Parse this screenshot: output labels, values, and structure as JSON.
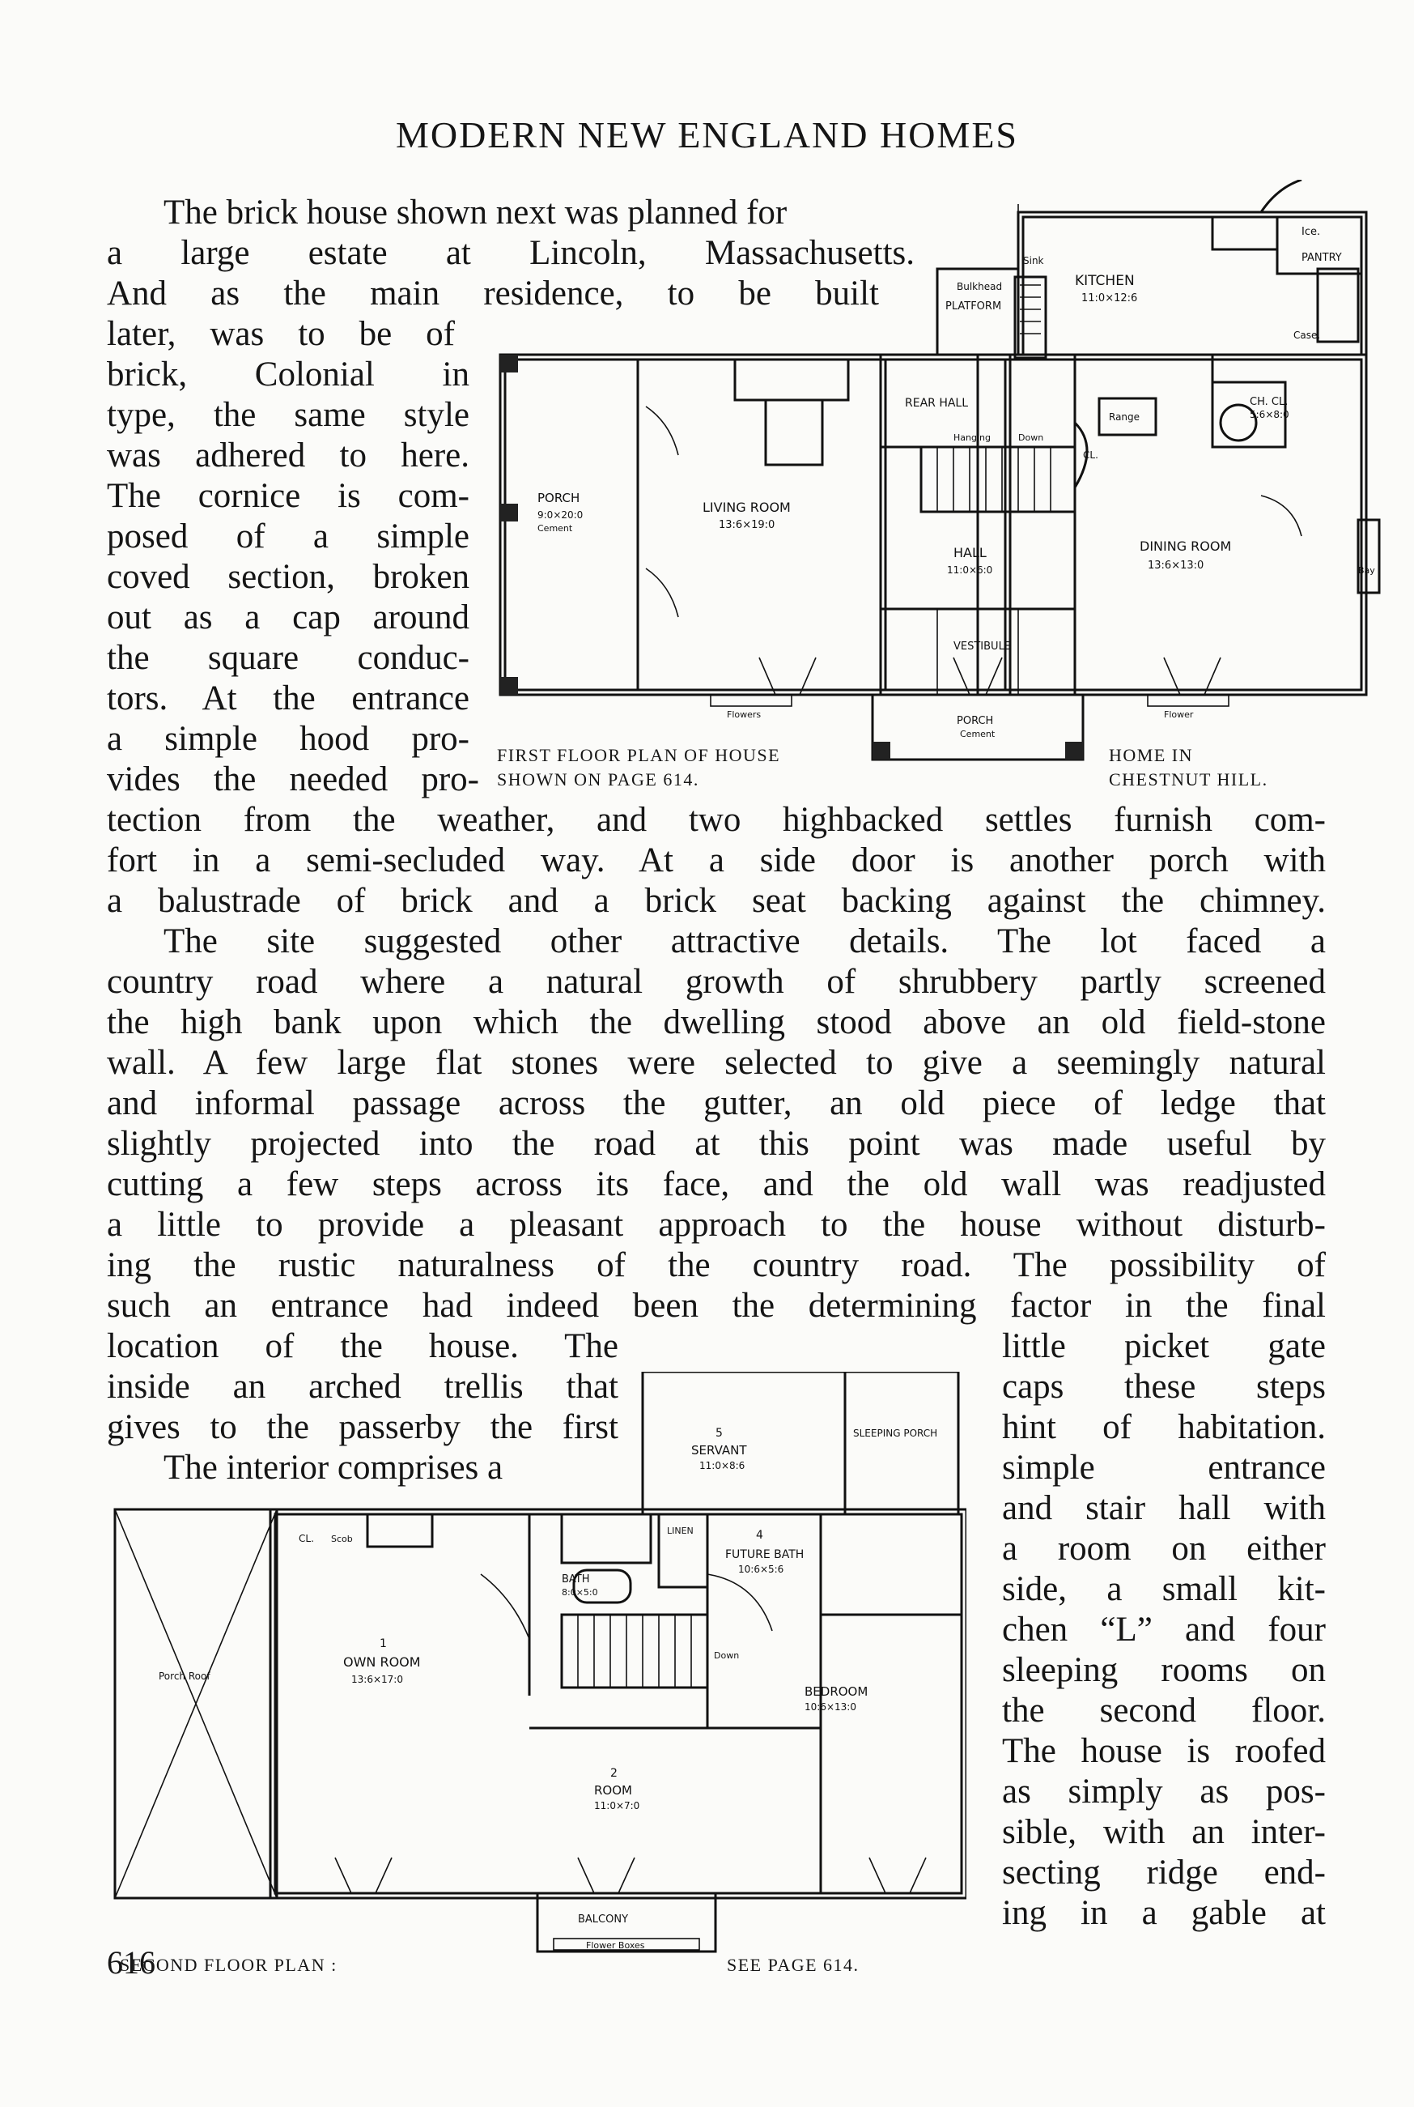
{
  "header": {
    "title": "MODERN NEW ENGLAND HOMES"
  },
  "body_text": {
    "top_lines": [
      "The brick house shown next was planned for",
      "a large estate at Lincoln, Massachusetts.",
      "And as the main residence, to be built",
      "later, was to be of",
      "brick, Colonial in",
      "type, the same style",
      "was adhered to here.",
      "The cornice is com-",
      "posed of a simple",
      "coved section, broken",
      "out as a cap around",
      "the square conduc-",
      "tors. At the entrance",
      "a simple hood pro-",
      "vides the needed pro-"
    ],
    "full_lines": [
      "tection from the weather, and two highbacked settles furnish com-",
      "fort in a semi-secluded way. At a side door is another porch with",
      "a balustrade of brick and a brick seat backing against the chimney.",
      "The site suggested other attractive details. The lot faced a",
      "country road where a natural growth of shrubbery partly screened",
      "the high bank upon which the dwelling stood above an old field-stone",
      "wall. A few large flat stones were selected to give a seemingly natural",
      "and informal passage across the gutter, an old piece of ledge that",
      "slightly projected into the road at this point was made useful by",
      "cutting a few steps across its face, and the old wall was readjusted",
      "a little to provide a pleasant approach to the house without disturb-",
      "ing the rustic naturalness of the country road. The possibility of",
      "such an entrance had indeed been the determining factor in the final"
    ],
    "left_lines": [
      "location of the house. The",
      "inside an arched trellis that",
      "gives to the passerby the first",
      "The interior comprises a"
    ],
    "right_lines": [
      "little picket gate",
      "caps these steps",
      "hint of habitation.",
      "simple entrance",
      "and stair hall with",
      "a room on either",
      "side, a small kit-",
      "chen “L” and four",
      "sleeping rooms on",
      "the second floor.",
      "The house is roofed",
      "as simply as pos-",
      "sible, with an inter-",
      "secting ridge end-",
      "ing in a gable at"
    ]
  },
  "captions": {
    "first_floor": [
      "FIRST FLOOR PLAN OF HOUSE",
      "SHOWN ON PAGE 614."
    ],
    "home_in": [
      "HOME IN",
      "CHESTNUT HILL."
    ],
    "second_floor": "SECOND FLOOR PLAN :",
    "see_page": "SEE PAGE 614."
  },
  "first_floor_labels": {
    "ice": "Ice.",
    "pantry": "PANTRY",
    "sink": "Sink",
    "bulkhead": "Bulkhead",
    "platform": "PLATFORM",
    "kitchen": "KITCHEN",
    "kitchen_size": "11:0×12:6",
    "case": "Case.",
    "rear_hall": "REAR HALL",
    "range": "Range",
    "ch_cl": "CH. CL.",
    "ch_cl_size": "5:6×8:0",
    "hanging": "Hanging",
    "down": "Down",
    "cl": "CL.",
    "porch": "PORCH",
    "porch_size": "9:0×20:0",
    "cement": "Cement",
    "living_room": "LIVING ROOM",
    "living_room_size": "13:6×19:0",
    "hall": "HALL",
    "hall_size": "11:0×6:0",
    "dining_room": "DINING ROOM",
    "dining_room_size": "13:6×13:0",
    "bay": "Bay",
    "vestibule": "VESTIBULE",
    "flowers": "Flowers",
    "flower": "Flower",
    "front_porch": "PORCH",
    "front_porch_cement": "Cement"
  },
  "second_floor_labels": {
    "servant_num": "5",
    "servant": "SERVANT",
    "servant_size": "11:0×8:6",
    "sleeping_porch": "SLEEPING PORCH",
    "cl": "CL.",
    "scob": "Scob",
    "linen": "LINEN",
    "bath_num": "4",
    "future_bath": "FUTURE BATH",
    "future_bath_size": "10:6×5:6",
    "bath": "BATH",
    "bath_size": "8:0×5:0",
    "down": "Down",
    "own_room_num": "1",
    "own_room": "OWN ROOM",
    "own_room_size": "13:6×17:0",
    "porch_roof": "Porch Roof",
    "bedroom": "BEDROOM",
    "bedroom_size": "10:6×13:0",
    "room_num": "2",
    "room": "ROOM",
    "room_size": "11:0×7:0",
    "balcony": "BALCONY",
    "flower_boxes": "Flower Boxes"
  },
  "page_number": "616"
}
